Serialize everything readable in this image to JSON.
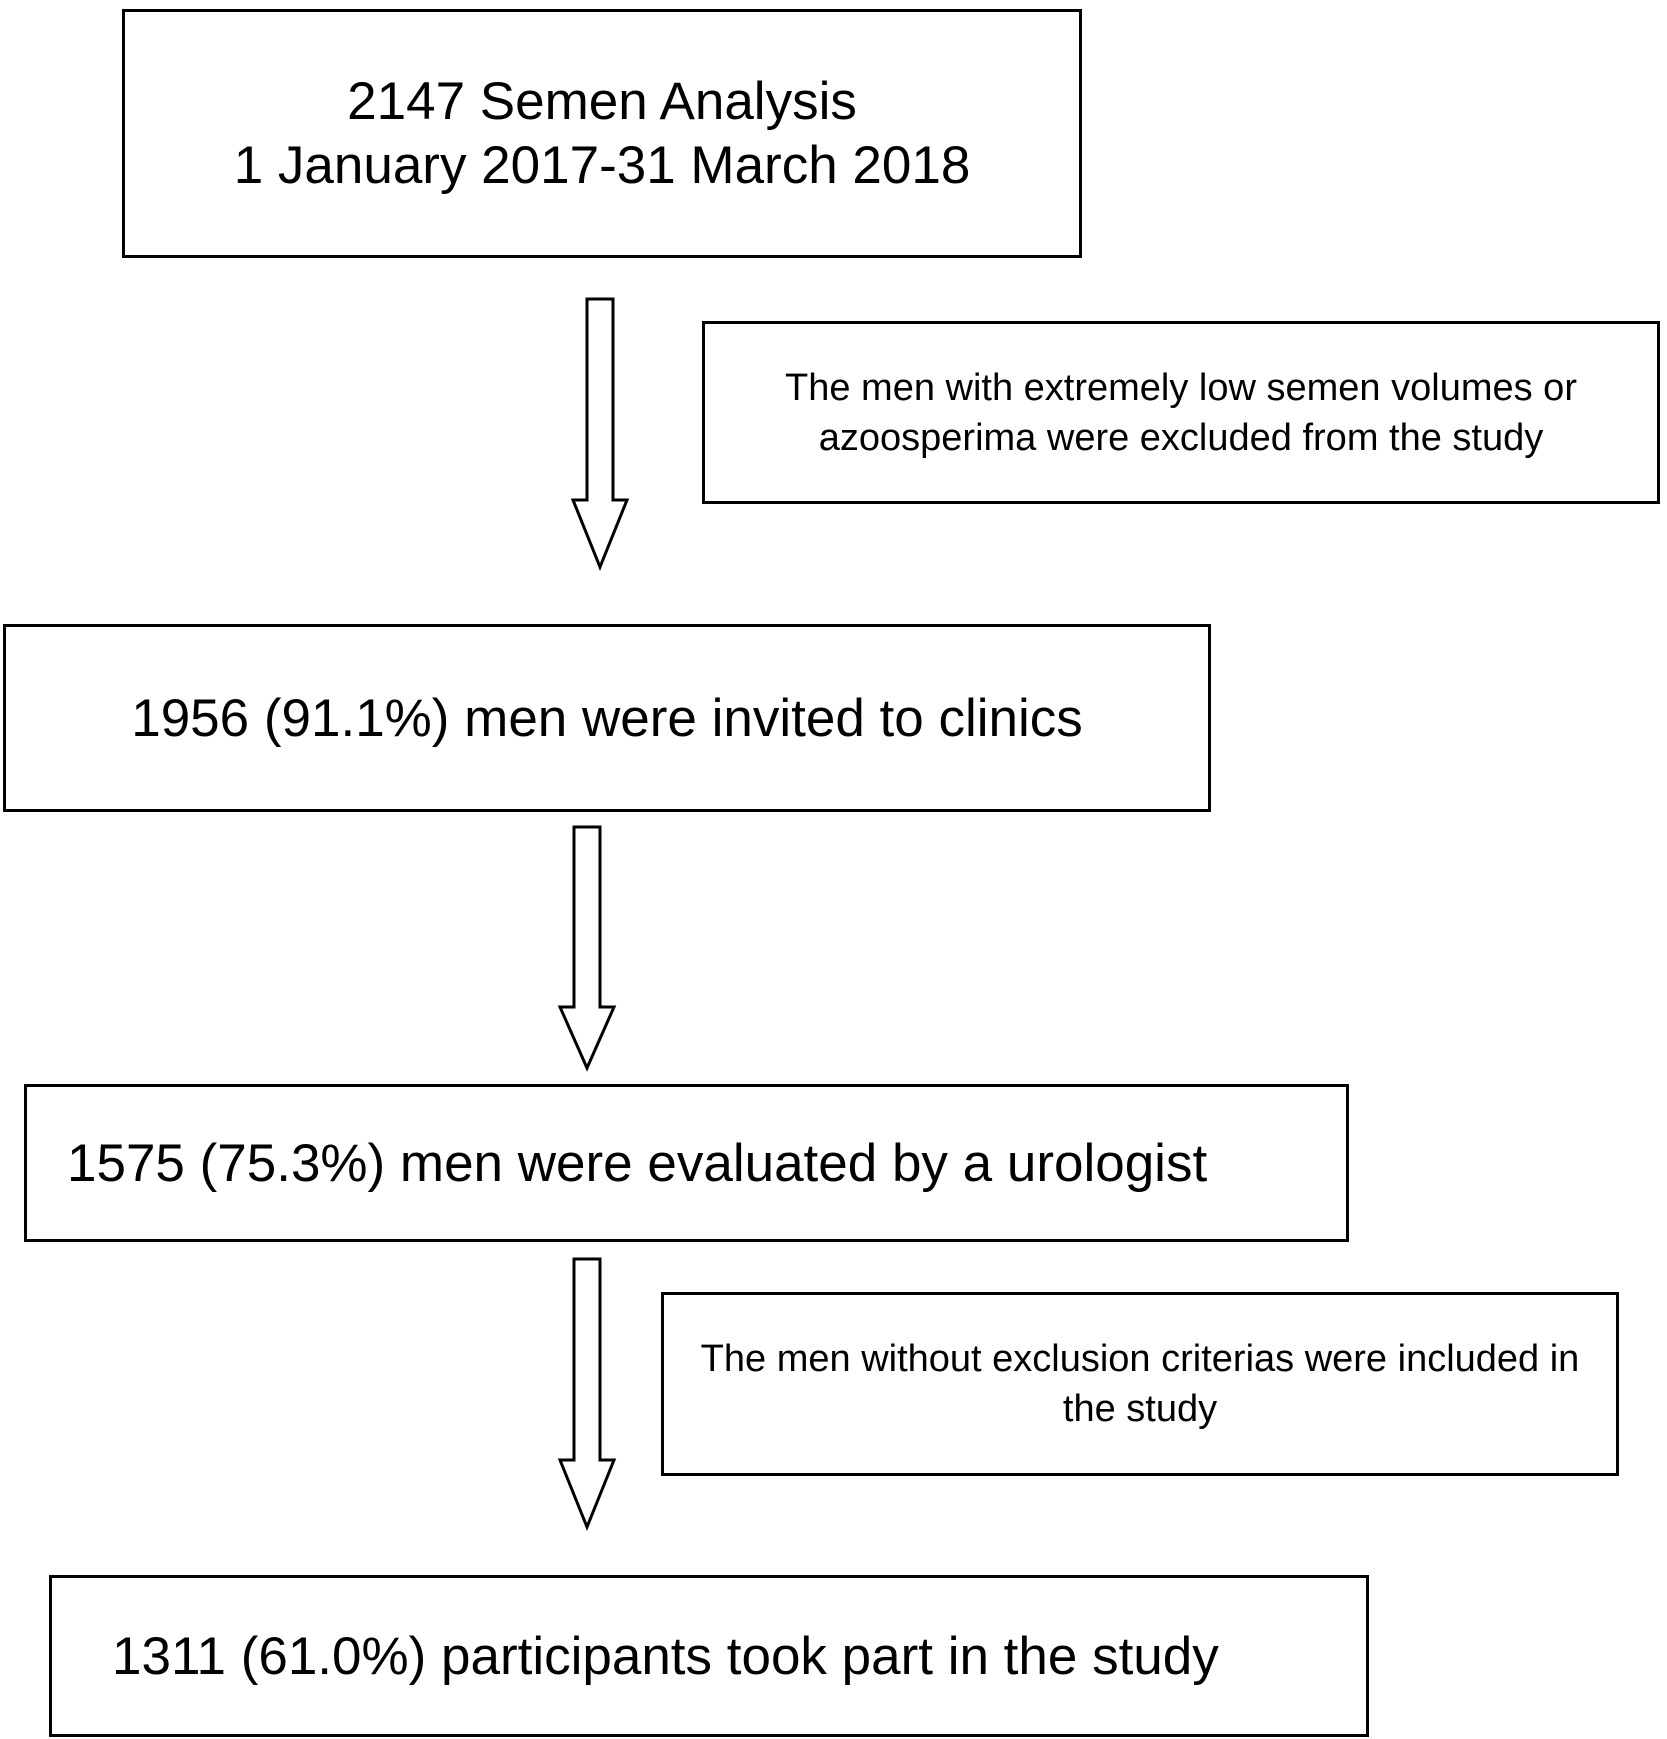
{
  "flowchart": {
    "steps": [
      {
        "lines": [
          "2147 Semen Analysis",
          "1 January 2017-31 March 2018"
        ]
      },
      {
        "lines": [
          "1956 (91.1%) men were invited to clinics"
        ]
      },
      {
        "lines": [
          "1575 (75.3%) men were evaluated by a urologist"
        ]
      },
      {
        "lines": [
          "1311 (61.0%) participants took part in the study"
        ]
      }
    ],
    "notes": [
      {
        "lines": [
          "The men with extremely low semen volumes or",
          "azoosperima were excluded from the study"
        ]
      },
      {
        "lines": [
          "The men without exclusion criterias were included in",
          "the study"
        ]
      }
    ]
  },
  "colors": {
    "line": "#000000",
    "fill": "#ffffff"
  }
}
